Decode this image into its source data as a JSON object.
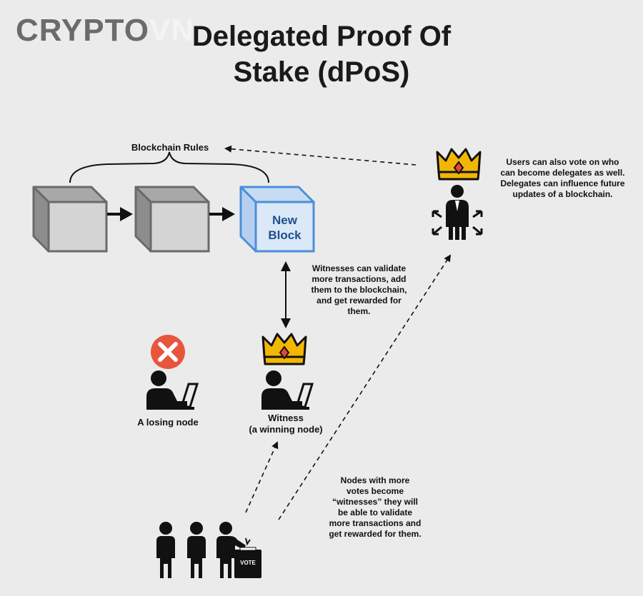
{
  "watermark": {
    "brand_main": "CRYPTO",
    "brand_fade": "VN"
  },
  "title": {
    "line1": "Delegated Proof Of",
    "line2": "Stake (dPoS)"
  },
  "blockchain": {
    "rules_label": "Blockchain Rules",
    "new_block_line1": "New",
    "new_block_line2": "Block"
  },
  "notes": {
    "witness_validate": [
      "Witnesses can validate",
      "more transactions, add",
      "them to the blockchain,",
      "and get rewarded for",
      "them."
    ],
    "delegates_vote": [
      "Users can also vote on who",
      "can become delegates as well.",
      "Delegates can influence future",
      "updates of a blockchain."
    ],
    "nodes_votes": [
      "Nodes with more",
      "votes become",
      "“witnesses” they will",
      "be able to validate",
      "more transactions and",
      "get rewarded for them."
    ]
  },
  "nodes": {
    "losing_label": "A losing node",
    "witness_label_line1": "Witness",
    "witness_label_line2": "(a winning node)"
  },
  "ballot": {
    "label": "VOTE"
  },
  "colors": {
    "block_gray_front": "#d4d4d4",
    "block_gray_top": "#a8a8a8",
    "block_gray_side": "#8d8d8d",
    "block_blue_front": "#dbe8f8",
    "block_blue_edge": "#4a8fd9",
    "crown_gold": "#f2b705",
    "crown_gem": "#e8453c",
    "loser_badge": "#e8553d"
  }
}
